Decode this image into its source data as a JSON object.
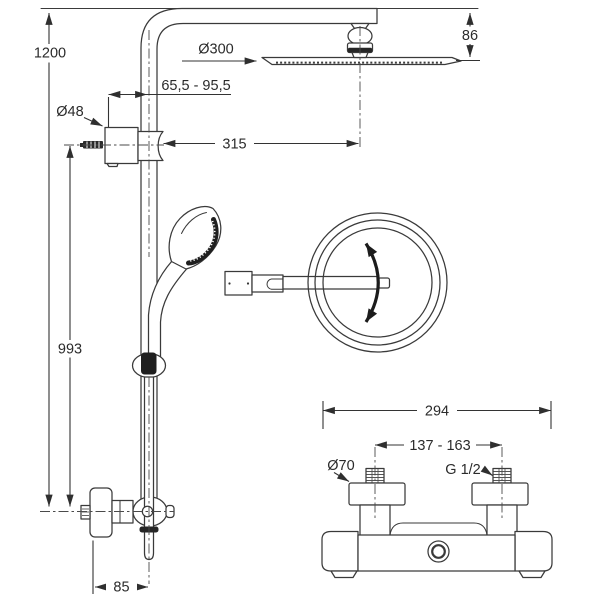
{
  "meta": {
    "background_color": "#ffffff",
    "line_color": "#3a3a3a",
    "text_color": "#2b2b2b",
    "drawing_type": "shower system installation dimensions"
  },
  "labels": {
    "overall_height": "1200",
    "head_diameter": "Ø300",
    "arm_drop": "86",
    "bracket_offset_range": "65,5 - 95,5",
    "bracket_diameter": "Ø48",
    "head_projection": "315",
    "rail_length": "993",
    "outlet_offset": "85",
    "mixer_width": "294",
    "connection_spacing": "137 - 163",
    "escutcheon_diameter": "Ø70",
    "thread_size": "G 1/2"
  },
  "icons": {
    "rotation_arrow": "curved double-headed arrow indicating swivel of handshower holder"
  }
}
